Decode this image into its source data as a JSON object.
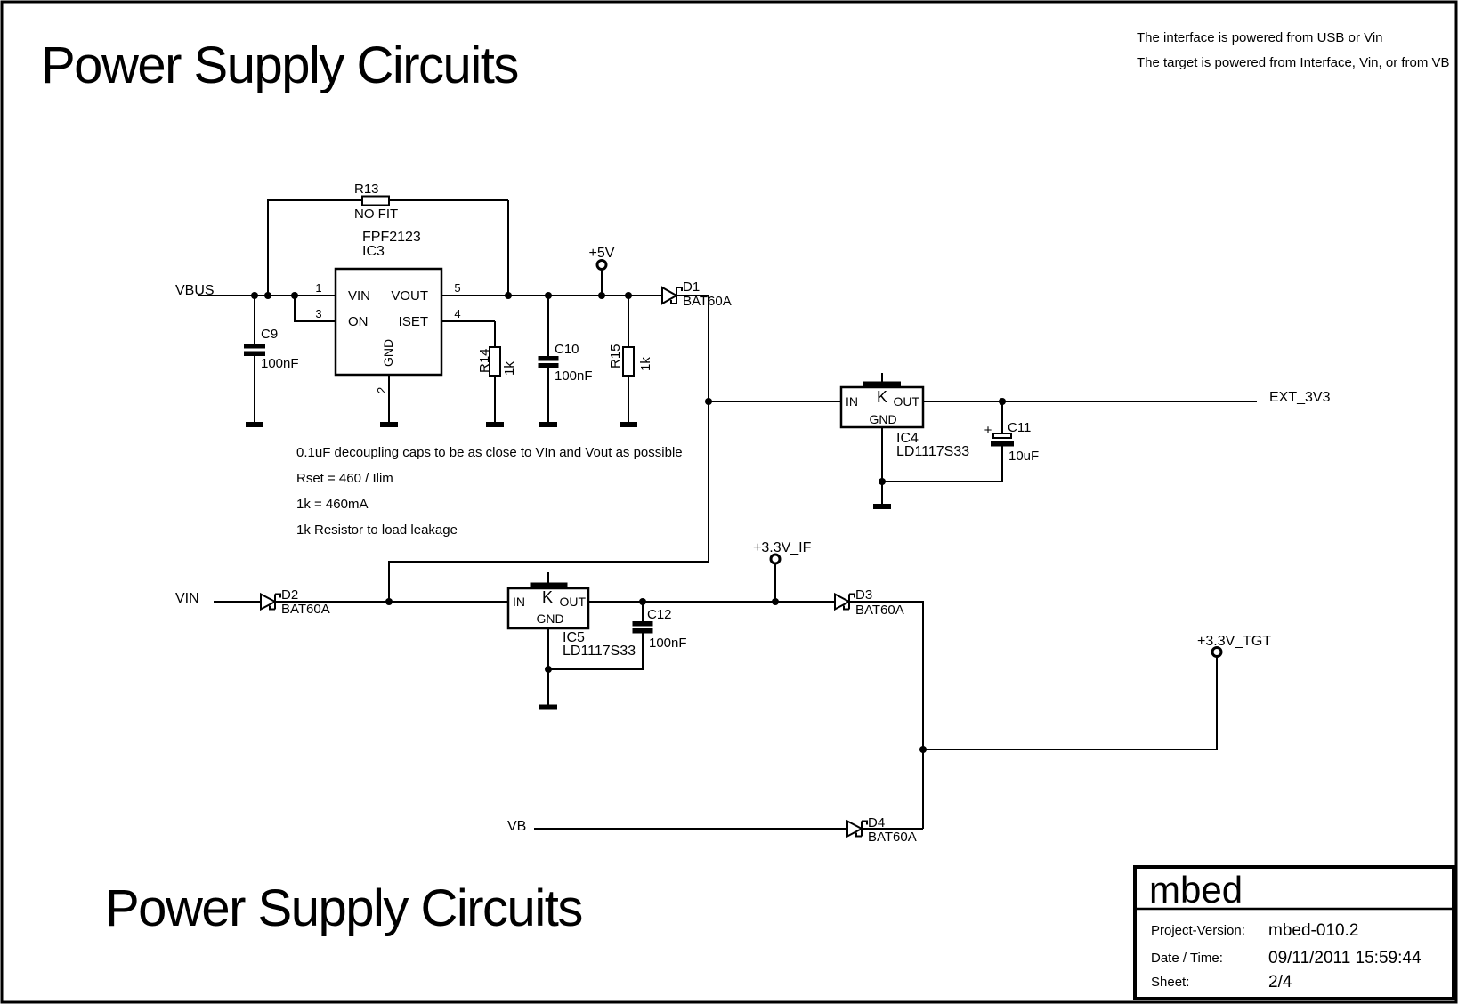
{
  "page": {
    "title": "Power Supply Circuits",
    "title_bottom": "Power Supply Circuits",
    "info_line1": "The interface is powered from USB or Vin",
    "info_line2": "The target is powered from Interface, Vin, or from VB"
  },
  "notes": {
    "line1": "0.1uF decoupling caps to be as close to VIn and Vout as possible",
    "line2": "Rset = 460 / Ilim",
    "line3": "1k = 460mA",
    "line4": "1k Resistor to load leakage"
  },
  "nets": {
    "vbus": "VBUS",
    "plus5v": "+5V",
    "ext_3v3": "EXT_3V3",
    "vin": "VIN",
    "plus3v3_if": "+3.3V_IF",
    "plus3v3_tgt": "+3.3V_TGT",
    "vb": "VB"
  },
  "components": {
    "r13": {
      "ref": "R13",
      "value": "NO FIT"
    },
    "ic3": {
      "ref": "IC3",
      "part": "FPF2123",
      "pin_vin": "VIN",
      "pin_on": "ON",
      "pin_vout": "VOUT",
      "pin_iset": "ISET",
      "pin_gnd": "GND",
      "num_vin": "1",
      "num_on": "3",
      "num_vout": "5",
      "num_iset": "4",
      "num_gnd": "2"
    },
    "c9": {
      "ref": "C9",
      "value": "100nF"
    },
    "c10": {
      "ref": "C10",
      "value": "100nF"
    },
    "c11": {
      "ref": "C11",
      "value": "10uF",
      "polarity": "+"
    },
    "c12": {
      "ref": "C12",
      "value": "100nF"
    },
    "r14": {
      "ref": "R14",
      "value": "1k"
    },
    "r15": {
      "ref": "R15",
      "value": "1k"
    },
    "d1": {
      "ref": "D1",
      "value": "BAT60A"
    },
    "d2": {
      "ref": "D2",
      "value": "BAT60A"
    },
    "d3": {
      "ref": "D3",
      "value": "BAT60A"
    },
    "d4": {
      "ref": "D4",
      "value": "BAT60A"
    },
    "ic4": {
      "ref": "IC4",
      "part": "LD1117S33",
      "pin_in": "IN",
      "pin_k": "K",
      "pin_out": "OUT",
      "pin_gnd": "GND"
    },
    "ic5": {
      "ref": "IC5",
      "part": "LD1117S33",
      "pin_in": "IN",
      "pin_k": "K",
      "pin_out": "OUT",
      "pin_gnd": "GND"
    }
  },
  "title_block": {
    "brand": "mbed",
    "rows": [
      {
        "label": "Project-Version:",
        "value": "mbed-010.2"
      },
      {
        "label": "Date / Time:",
        "value": "09/11/2011 15:59:44"
      },
      {
        "label": "Sheet:",
        "value": "2/4"
      }
    ]
  }
}
